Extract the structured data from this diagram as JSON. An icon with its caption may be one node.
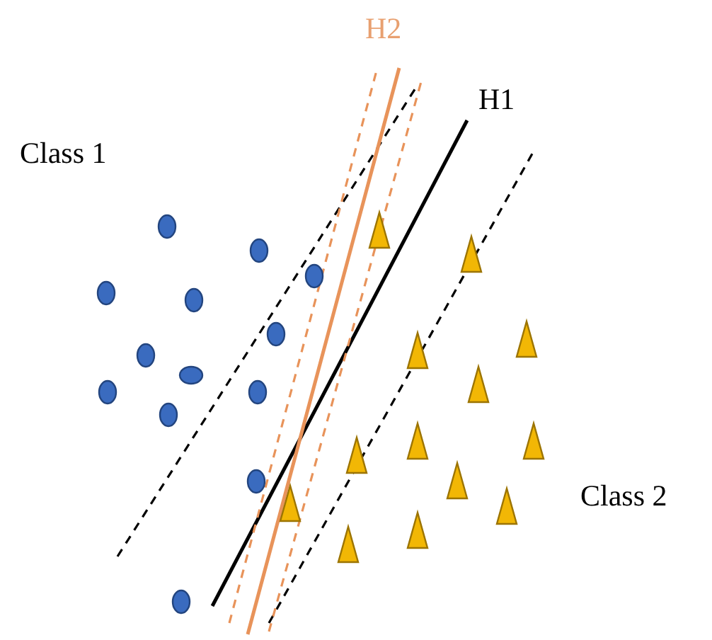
{
  "diagram": {
    "labels": [
      "H2",
      "H1",
      "Class 1",
      "Class 2"
    ]
  }
}
